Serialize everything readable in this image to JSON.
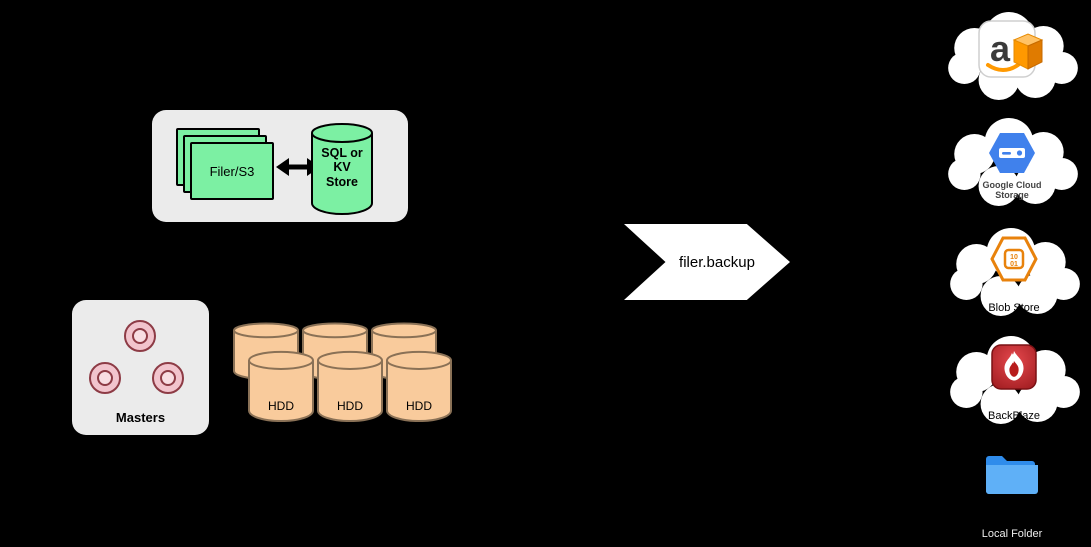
{
  "diagram": {
    "background": "#000000",
    "filer_cluster": {
      "stack_label": "Filer/S3",
      "store_label": "SQL or\nKV\nStore",
      "box_color": "#ebebeb",
      "shape_color": "#7CF0A3"
    },
    "masters": {
      "label": "Masters",
      "box_color": "#ebebeb",
      "node_color": "#F2C4CD"
    },
    "volume_servers": {
      "disk_labels": [
        "HDD",
        "HDD",
        "HDD"
      ],
      "disk_color": "#F9CB9C"
    },
    "backup_process": {
      "label": "filer.backup",
      "arrow_color": "#ffffff"
    },
    "destinations": {
      "aws": {
        "icon": "amazon-aws-icon",
        "letter": "a",
        "accent": "#FF9900"
      },
      "gcs": {
        "icon": "google-cloud-storage-icon",
        "label": "Google Cloud\nStorage",
        "accent": "#4081EC"
      },
      "blob": {
        "icon": "blob-store-icon",
        "label": "Blob Store",
        "digits_top": "10",
        "digits_bottom": "01",
        "accent": "#E8820C"
      },
      "backblaze": {
        "icon": "backblaze-icon",
        "label": "BackBlaze",
        "accent": "#C62828"
      },
      "local": {
        "icon": "folder-icon",
        "label": "Local Folder",
        "accent": "#4DA3F5"
      }
    }
  }
}
